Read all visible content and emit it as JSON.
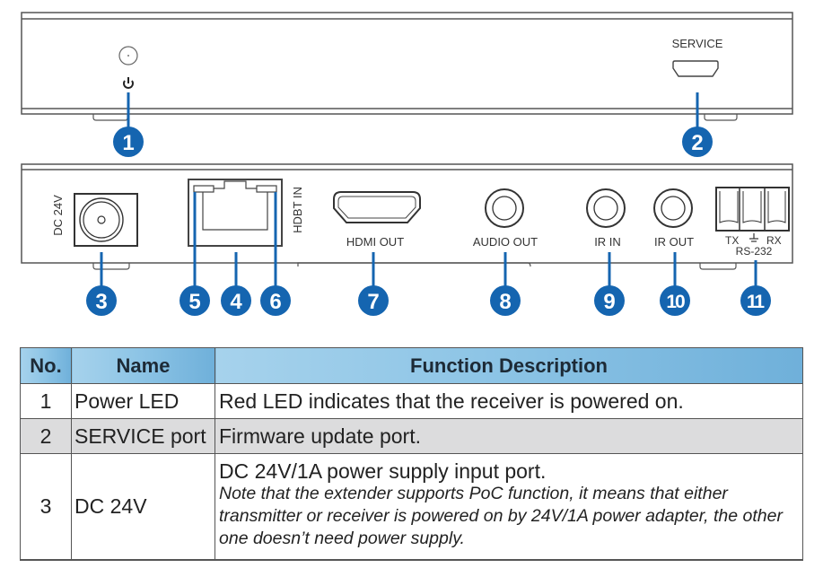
{
  "diagram": {
    "front_panel": {
      "service_label": "SERVICE",
      "power_icon": "power-icon"
    },
    "rear_panel": {
      "dc_label": "DC 24V",
      "hdbt_label": "HDBT IN",
      "hdmi_label": "HDMI OUT",
      "audio_label": "AUDIO OUT",
      "ir_in_label": "IR IN",
      "ir_out_label": "IR OUT",
      "rs232_pins": "TX  ⏚  RX",
      "rs232_tx": "TX",
      "rs232_rx": "RX",
      "rs232_label": "RS-232"
    },
    "callouts": [
      "1",
      "2",
      "3",
      "4",
      "5",
      "6",
      "7",
      "8",
      "9",
      "10",
      "11"
    ],
    "callout_color": "#1565b0"
  },
  "table": {
    "headers": [
      "No.",
      "Name",
      "Function Description"
    ],
    "rows": [
      {
        "no": "1",
        "name": "Power LED",
        "desc": "Red LED indicates that the receiver is powered on."
      },
      {
        "no": "2",
        "name": "SERVICE port",
        "desc": "Firmware update port."
      },
      {
        "no": "3",
        "name": "DC 24V",
        "desc": "DC 24V/1A power supply input port.",
        "note": "Note that the extender supports PoC function, it means that either transmitter or receiver is powered on by 24V/1A power adapter, the other one doesn’t need power supply."
      }
    ]
  }
}
